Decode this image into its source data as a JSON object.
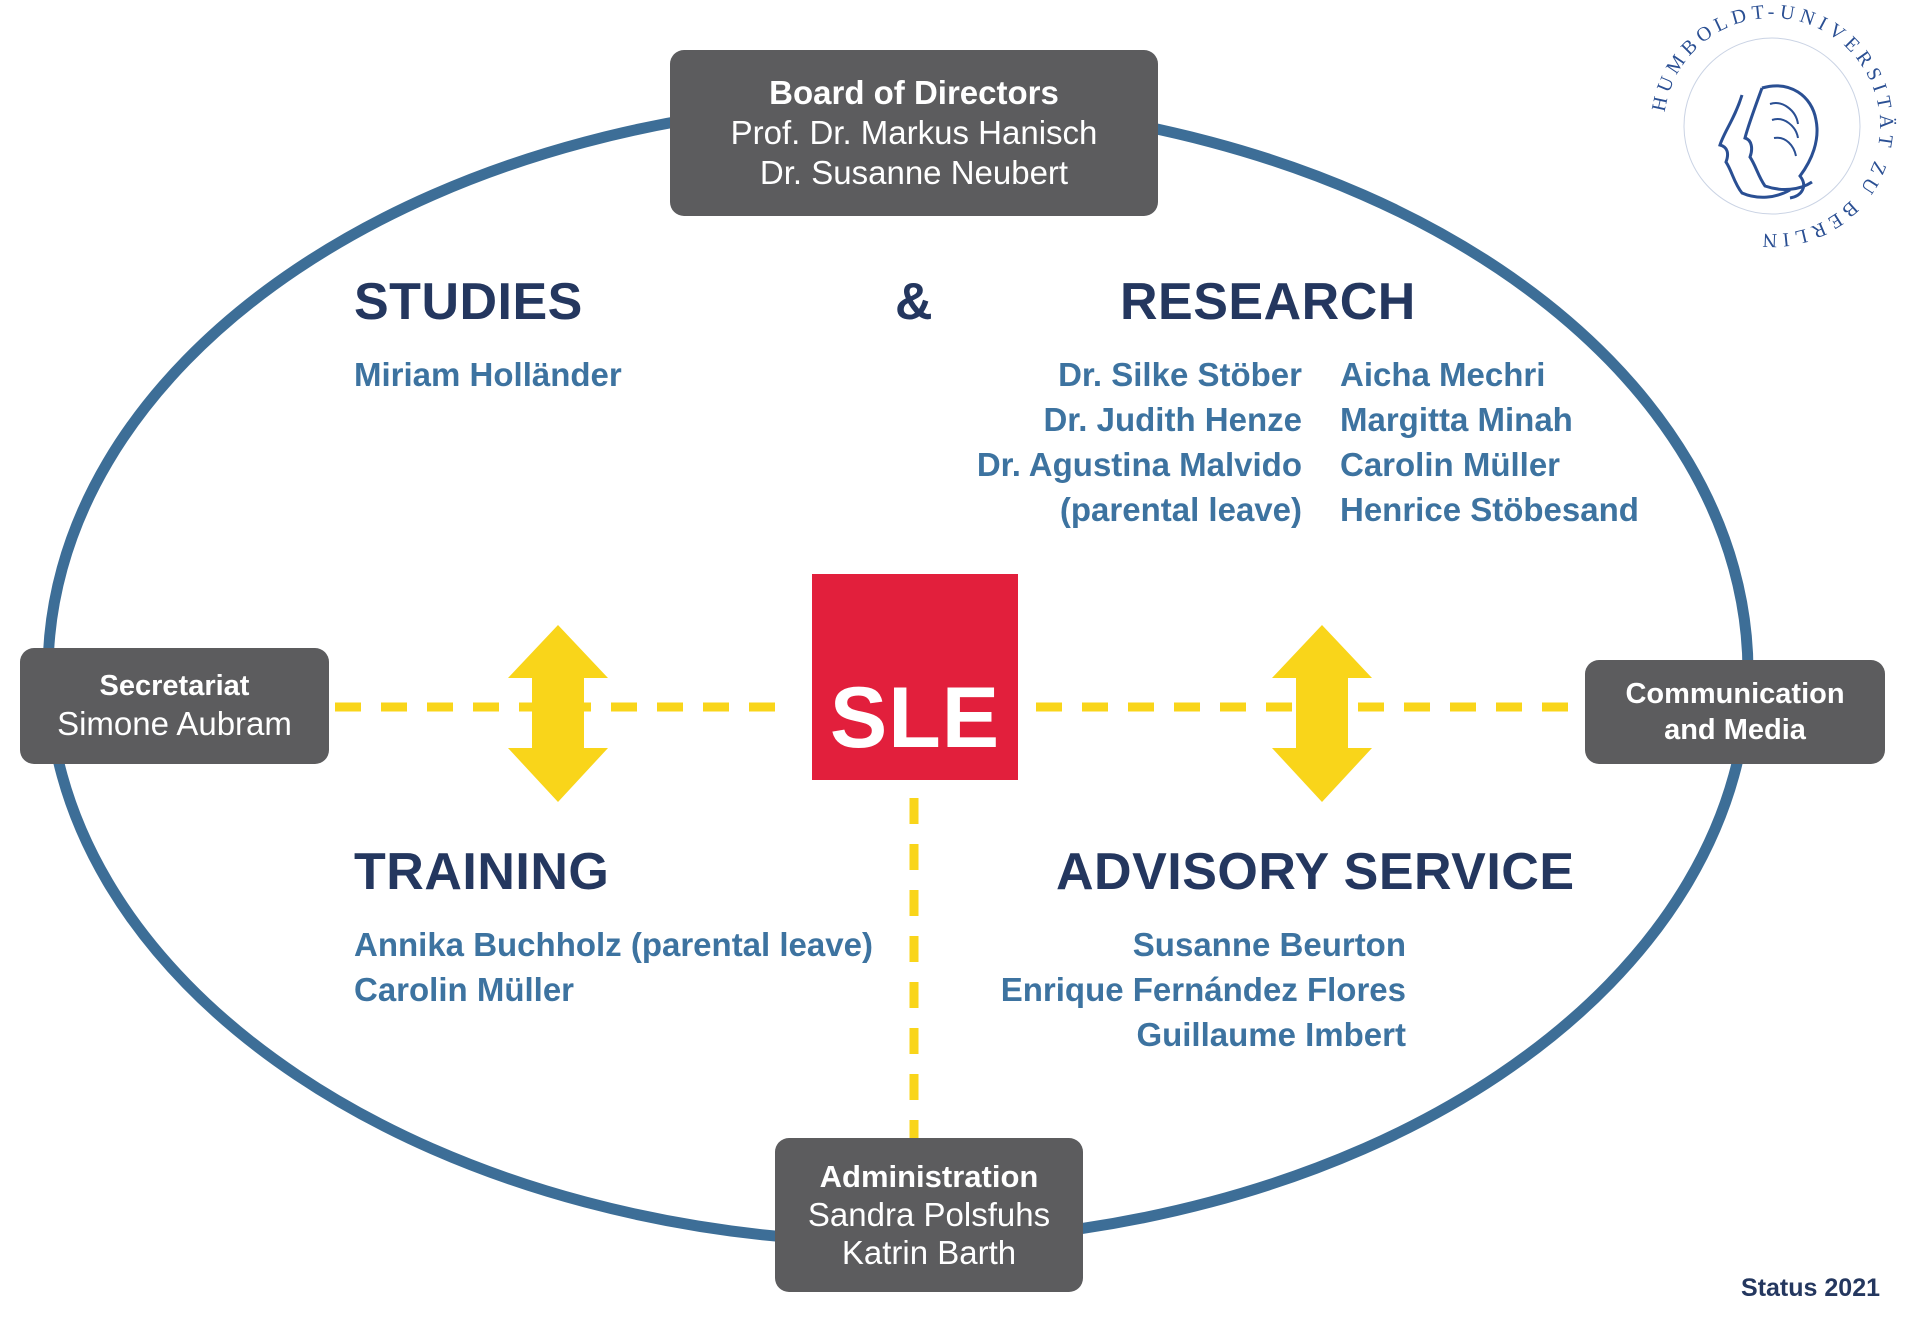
{
  "board": {
    "title": "Board of Directors",
    "members": [
      "Prof. Dr. Markus Hanisch",
      "Dr. Susanne Neubert"
    ]
  },
  "studies": {
    "heading": "STUDIES",
    "names": [
      "Miriam Holländer"
    ]
  },
  "ampersand": "&",
  "research": {
    "heading": "RESEARCH",
    "names_left": [
      "Dr. Silke Stöber",
      "Dr. Judith Henze",
      "Dr. Agustina Malvido",
      "(parental leave)"
    ],
    "names_right": [
      "Aicha Mechri",
      "Margitta Minah",
      "Carolin Müller",
      "Henrice Stöbesand"
    ]
  },
  "secretariat": {
    "title": "Secretariat",
    "name": "Simone Aubram"
  },
  "communication": {
    "title_line1": "Communication",
    "title_line2": "and Media"
  },
  "center_logo": "SLE",
  "training": {
    "heading": "TRAINING",
    "names": [
      "Annika Buchholz (parental leave)",
      "Carolin Müller"
    ]
  },
  "advisory": {
    "heading": "ADVISORY SERVICE",
    "names": [
      "Susanne Beurton",
      "Enrique Fernández Flores",
      "Guillaume Imbert"
    ]
  },
  "administration": {
    "title": "Administration",
    "members": [
      "Sandra Polsfuhs",
      "Katrin Barth"
    ]
  },
  "status": "Status 2021",
  "seal_text": "HUMBOLDT-UNIVERSITÄT ZU BERLIN",
  "colors": {
    "ellipse": "#3d6e97",
    "dash": "#f9d51a",
    "box": "#5c5c5e",
    "heading": "#24375f",
    "names": "#3d73a0",
    "sle": "#e21f3c"
  }
}
